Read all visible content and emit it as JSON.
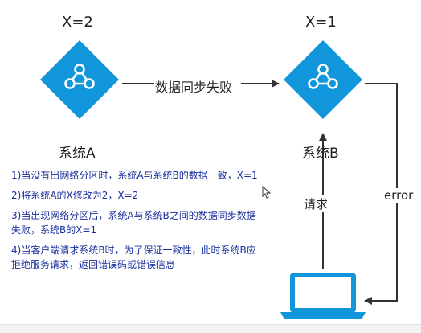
{
  "nodeA": {
    "name": "系统A",
    "x_label": "X=2"
  },
  "nodeB": {
    "name": "系统B",
    "x_label": "X=1"
  },
  "edges": {
    "sync_failed": "数据同步失败",
    "request": "请求",
    "error": "error"
  },
  "notes": [
    "1)当没有出网络分区时，系统A与系统B的数据一致，X=1",
    "2)将系统A的X修改为2，X=2",
    "3)当出现网络分区后，系统A与系统B之间的数据同步数据",
    "失败，系统B的X=1",
    "4)当客户端请求系统B时，为了保证一致性，此时系统B应",
    "拒绝服务请求，返回错误码或错误信息"
  ],
  "colors": {
    "node": "#1296db",
    "arrow": "#333333",
    "laptop": "#1296db",
    "note_text": "#1a2f9e"
  }
}
